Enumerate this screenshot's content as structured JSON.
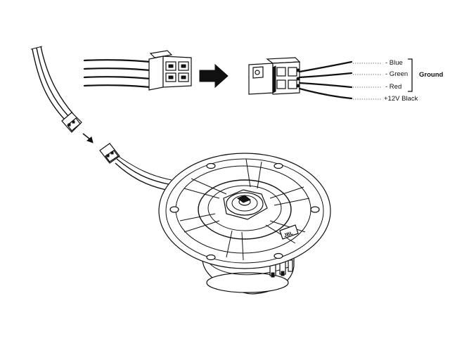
{
  "wire_labels": {
    "blue": "- Blue",
    "green": "- Green",
    "red": "- Red",
    "black": "+12V Black"
  },
  "ground_label": "Ground",
  "badge_text": "JBL",
  "colors": {
    "line": "#111111",
    "background": "#ffffff"
  }
}
